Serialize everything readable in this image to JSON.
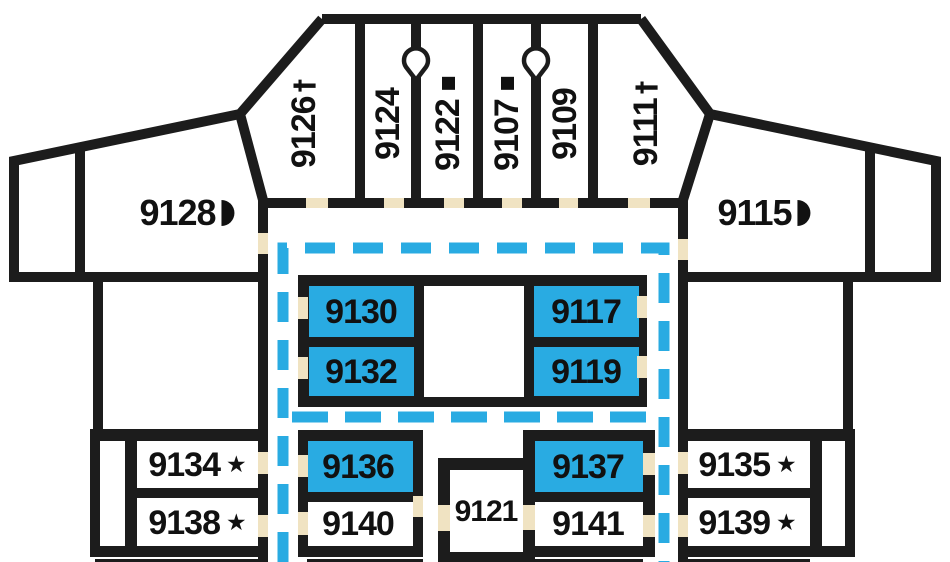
{
  "floor_plan": {
    "background": "#FFFFFF",
    "wall_color": "#1C1C1C",
    "door_opening_color": "#F0E3C2",
    "highlight_color": "#29ABE2",
    "route": {
      "style": "dashed",
      "color": "#29ABE2"
    },
    "rooms": {
      "r9126": {
        "label": "9126",
        "symbol": "dagger",
        "symbol_char": "†",
        "highlighted": false
      },
      "r9124": {
        "label": "9124",
        "symbol": null,
        "highlighted": false
      },
      "r9122": {
        "label": "9122",
        "symbol": "black-square",
        "highlighted": false
      },
      "r9107": {
        "label": "9107",
        "symbol": "black-square",
        "highlighted": false
      },
      "r9109": {
        "label": "9109",
        "symbol": null,
        "highlighted": false
      },
      "r9111": {
        "label": "9111",
        "symbol": "dagger",
        "symbol_char": "†",
        "highlighted": false
      },
      "r9128": {
        "label": "9128",
        "symbol": "right-half-circle",
        "highlighted": false
      },
      "r9115": {
        "label": "9115",
        "symbol": "right-half-circle",
        "highlighted": false
      },
      "r9130": {
        "label": "9130",
        "symbol": null,
        "highlighted": true
      },
      "r9132": {
        "label": "9132",
        "symbol": null,
        "highlighted": true
      },
      "r9117": {
        "label": "9117",
        "symbol": null,
        "highlighted": true
      },
      "r9119": {
        "label": "9119",
        "symbol": null,
        "highlighted": true
      },
      "r9134": {
        "label": "9134",
        "symbol": "star",
        "symbol_char": "★",
        "highlighted": false
      },
      "r9138": {
        "label": "9138",
        "symbol": "star",
        "symbol_char": "★",
        "highlighted": false
      },
      "r9136": {
        "label": "9136",
        "symbol": null,
        "highlighted": true
      },
      "r9140": {
        "label": "9140",
        "symbol": null,
        "highlighted": false
      },
      "r9121": {
        "label": "9121",
        "symbol": null,
        "highlighted": false
      },
      "r9137": {
        "label": "9137",
        "symbol": null,
        "highlighted": true
      },
      "r9141": {
        "label": "9141",
        "symbol": null,
        "highlighted": false
      },
      "r9135": {
        "label": "9135",
        "symbol": "star",
        "symbol_char": "★",
        "highlighted": false
      },
      "r9139": {
        "label": "9139",
        "symbol": "star",
        "symbol_char": "★",
        "highlighted": false
      }
    },
    "doorway_markers": [
      {
        "between": "9124 and 9122"
      },
      {
        "between": "9107 and 9109"
      }
    ]
  }
}
